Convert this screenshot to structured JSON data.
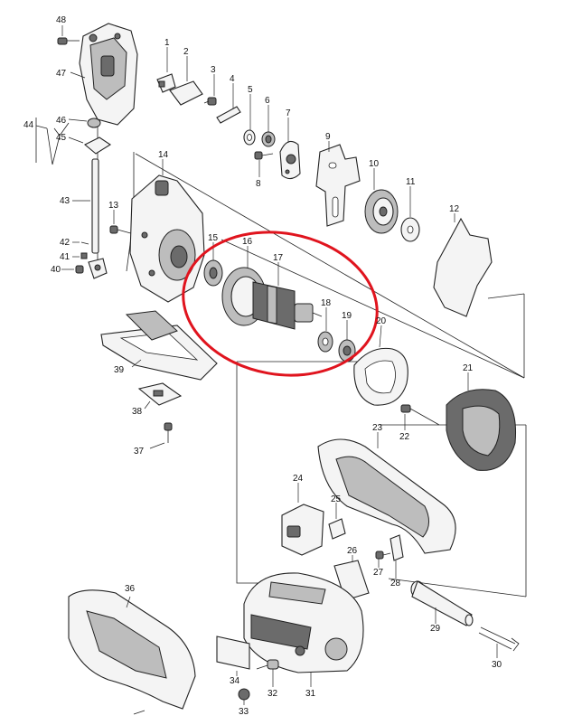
{
  "diagram": {
    "highlight_color": "#e0141e",
    "parts": [
      {
        "id": "p1",
        "label": "1"
      },
      {
        "id": "p2",
        "label": "2"
      },
      {
        "id": "p3",
        "label": "3"
      },
      {
        "id": "p4",
        "label": "4"
      },
      {
        "id": "p5",
        "label": "5"
      },
      {
        "id": "p6",
        "label": "6"
      },
      {
        "id": "p7",
        "label": "7"
      },
      {
        "id": "p8",
        "label": "8"
      },
      {
        "id": "p9",
        "label": "9"
      },
      {
        "id": "p10",
        "label": "10"
      },
      {
        "id": "p11",
        "label": "11"
      },
      {
        "id": "p12",
        "label": "12"
      },
      {
        "id": "p13",
        "label": "13"
      },
      {
        "id": "p14",
        "label": "14"
      },
      {
        "id": "p15",
        "label": "15"
      },
      {
        "id": "p16",
        "label": "16"
      },
      {
        "id": "p17",
        "label": "17"
      },
      {
        "id": "p18",
        "label": "18"
      },
      {
        "id": "p19",
        "label": "19"
      },
      {
        "id": "p20",
        "label": "20"
      },
      {
        "id": "p21",
        "label": "21"
      },
      {
        "id": "p22",
        "label": "22"
      },
      {
        "id": "p23",
        "label": "23"
      },
      {
        "id": "p24",
        "label": "24"
      },
      {
        "id": "p25",
        "label": "25"
      },
      {
        "id": "p26",
        "label": "26"
      },
      {
        "id": "p27",
        "label": "27"
      },
      {
        "id": "p28",
        "label": "28"
      },
      {
        "id": "p29",
        "label": "29"
      },
      {
        "id": "p30",
        "label": "30"
      },
      {
        "id": "p31",
        "label": "31"
      },
      {
        "id": "p32",
        "label": "32"
      },
      {
        "id": "p33",
        "label": "33"
      },
      {
        "id": "p34",
        "label": "34"
      },
      {
        "id": "p36",
        "label": "36"
      },
      {
        "id": "p37",
        "label": "37"
      },
      {
        "id": "p38",
        "label": "38"
      },
      {
        "id": "p39",
        "label": "39"
      },
      {
        "id": "p40",
        "label": "40"
      },
      {
        "id": "p41",
        "label": "41"
      },
      {
        "id": "p42",
        "label": "42"
      },
      {
        "id": "p43",
        "label": "43"
      },
      {
        "id": "p44",
        "label": "44"
      },
      {
        "id": "p45",
        "label": "45"
      },
      {
        "id": "p46",
        "label": "46"
      },
      {
        "id": "p47",
        "label": "47"
      },
      {
        "id": "p48",
        "label": "48"
      }
    ]
  }
}
